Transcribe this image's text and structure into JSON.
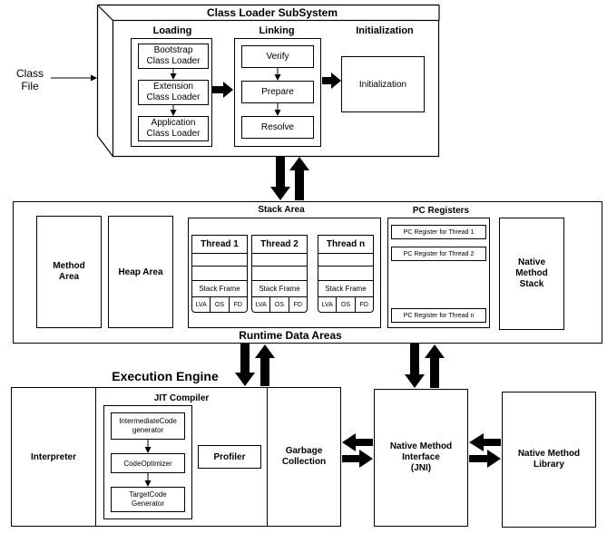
{
  "class_file": "Class\nFile",
  "class_loader": {
    "title": "Class Loader SubSystem",
    "loading": {
      "title": "Loading",
      "items": [
        "Bootstrap\nClass Loader",
        "Extension\nClass Loader",
        "Application\nClass Loader"
      ]
    },
    "linking": {
      "title": "Linking",
      "items": [
        "Verify",
        "Prepare",
        "Resolve"
      ]
    },
    "initialization": {
      "title": "Initialization",
      "box": "Initialization"
    }
  },
  "runtime": {
    "title": "Runtime Data Areas",
    "method_area": "Method\nArea",
    "heap_area": "Heap Area",
    "stack_area": {
      "title": "Stack Area",
      "threads": [
        {
          "name": "Thread 1",
          "frame": "Stack Frame",
          "cells": [
            "LVA",
            "OS",
            "FD"
          ]
        },
        {
          "name": "Thread 2",
          "frame": "Stack Frame",
          "cells": [
            "LVA",
            "OS",
            "FD"
          ]
        },
        {
          "name": "Thread n",
          "frame": "Stack Frame",
          "cells": [
            "LVA",
            "OS",
            "FD"
          ]
        }
      ]
    },
    "pc_registers": {
      "title": "PC Registers",
      "items": [
        "PC Register for Thread 1",
        "PC Register for Thread 2",
        "PC Register for Thread n"
      ]
    },
    "native_method_stack": "Native\nMethod\nStack"
  },
  "execution_engine": {
    "title": "Execution Engine",
    "interpreter": "Interpreter",
    "jit": {
      "title": "JIT Compiler",
      "items": [
        "IntermediateCode\ngenerator",
        "CodeOptimizer",
        "TargetCode\nGenerator"
      ],
      "profiler": "Profiler"
    },
    "garbage_collection": "Garbage\nCollection"
  },
  "jni": "Native Method\nInterface\n(JNI)",
  "native_library": "Native Method\nLibrary"
}
